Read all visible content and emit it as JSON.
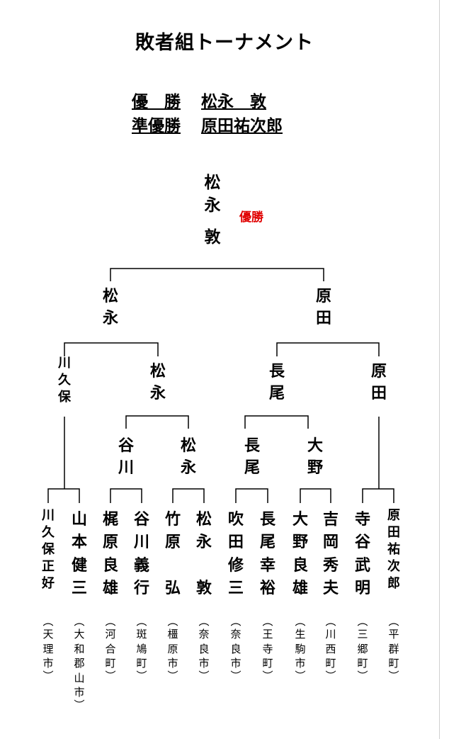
{
  "title": "敗者組トーナメント",
  "results": {
    "champion_label": "優　勝",
    "champion_name": "松永　敦",
    "runner_up_label": "準優勝",
    "runner_up_name": "原田祐次郎"
  },
  "winner": {
    "name": [
      "松",
      "永",
      "敦"
    ],
    "badge": "優勝"
  },
  "final": {
    "left": [
      "松",
      "永"
    ],
    "right": [
      "原",
      "田"
    ]
  },
  "semis": {
    "a": [
      "川",
      "久",
      "保"
    ],
    "b": [
      "松",
      "永"
    ],
    "c": [
      "長",
      "尾"
    ],
    "d": [
      "原",
      "田"
    ]
  },
  "quarters": {
    "a": [
      "谷",
      "川"
    ],
    "b": [
      "松",
      "永"
    ],
    "c": [
      "長",
      "尾"
    ],
    "d": [
      "大",
      "野"
    ]
  },
  "players": [
    {
      "name": [
        "川",
        "久",
        "保",
        "正",
        "好"
      ],
      "town": [
        "天",
        "理",
        "市"
      ]
    },
    {
      "name": [
        "山",
        "本",
        "健",
        "三"
      ],
      "town": [
        "大",
        "和",
        "郡",
        "山",
        "市"
      ]
    },
    {
      "name": [
        "梶",
        "原",
        "良",
        "雄"
      ],
      "town": [
        "河",
        "合",
        "町"
      ]
    },
    {
      "name": [
        "谷",
        "川",
        "義",
        "行"
      ],
      "town": [
        "斑",
        "鳩",
        "町"
      ]
    },
    {
      "name": [
        "竹",
        "原",
        "",
        "弘"
      ],
      "town": [
        "橿",
        "原",
        "市"
      ]
    },
    {
      "name": [
        "松",
        "永",
        "",
        "敦"
      ],
      "town": [
        "奈",
        "良",
        "市"
      ]
    },
    {
      "name": [
        "吹",
        "田",
        "修",
        "三"
      ],
      "town": [
        "奈",
        "良",
        "市"
      ]
    },
    {
      "name": [
        "長",
        "尾",
        "幸",
        "裕"
      ],
      "town": [
        "王",
        "寺",
        "町"
      ]
    },
    {
      "name": [
        "大",
        "野",
        "良",
        "雄"
      ],
      "town": [
        "生",
        "駒",
        "市"
      ]
    },
    {
      "name": [
        "吉",
        "岡",
        "秀",
        "夫"
      ],
      "town": [
        "川",
        "西",
        "町"
      ]
    },
    {
      "name": [
        "寺",
        "谷",
        "武",
        "明"
      ],
      "town": [
        "三",
        "郷",
        "町"
      ]
    },
    {
      "name": [
        "原",
        "田",
        "祐",
        "次",
        "郎"
      ],
      "town": [
        "平",
        "群",
        "町"
      ]
    }
  ],
  "paren_open": "︵",
  "paren_close": "︶"
}
